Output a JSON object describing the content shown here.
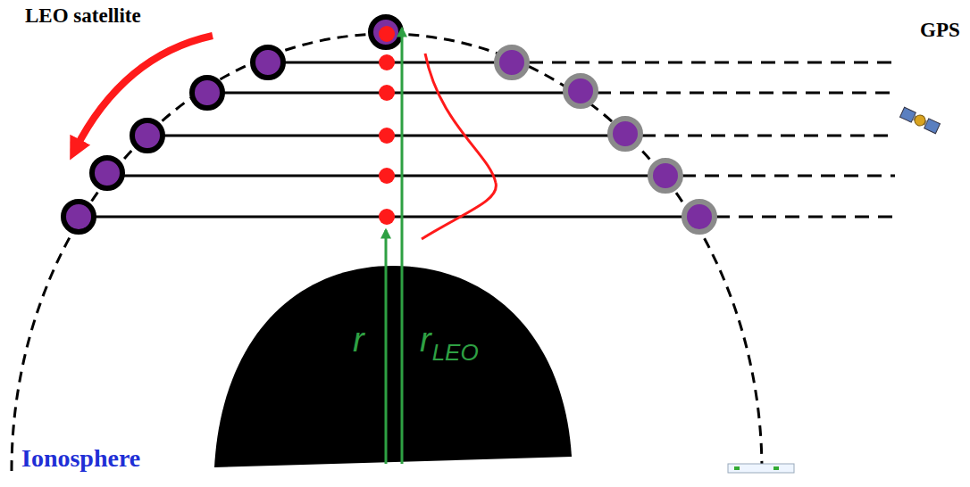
{
  "diagram": {
    "labels": [
      "LEO satellite",
      "GPS",
      "Ionosphere",
      "r",
      "r",
      "LEO"
    ]
  }
}
